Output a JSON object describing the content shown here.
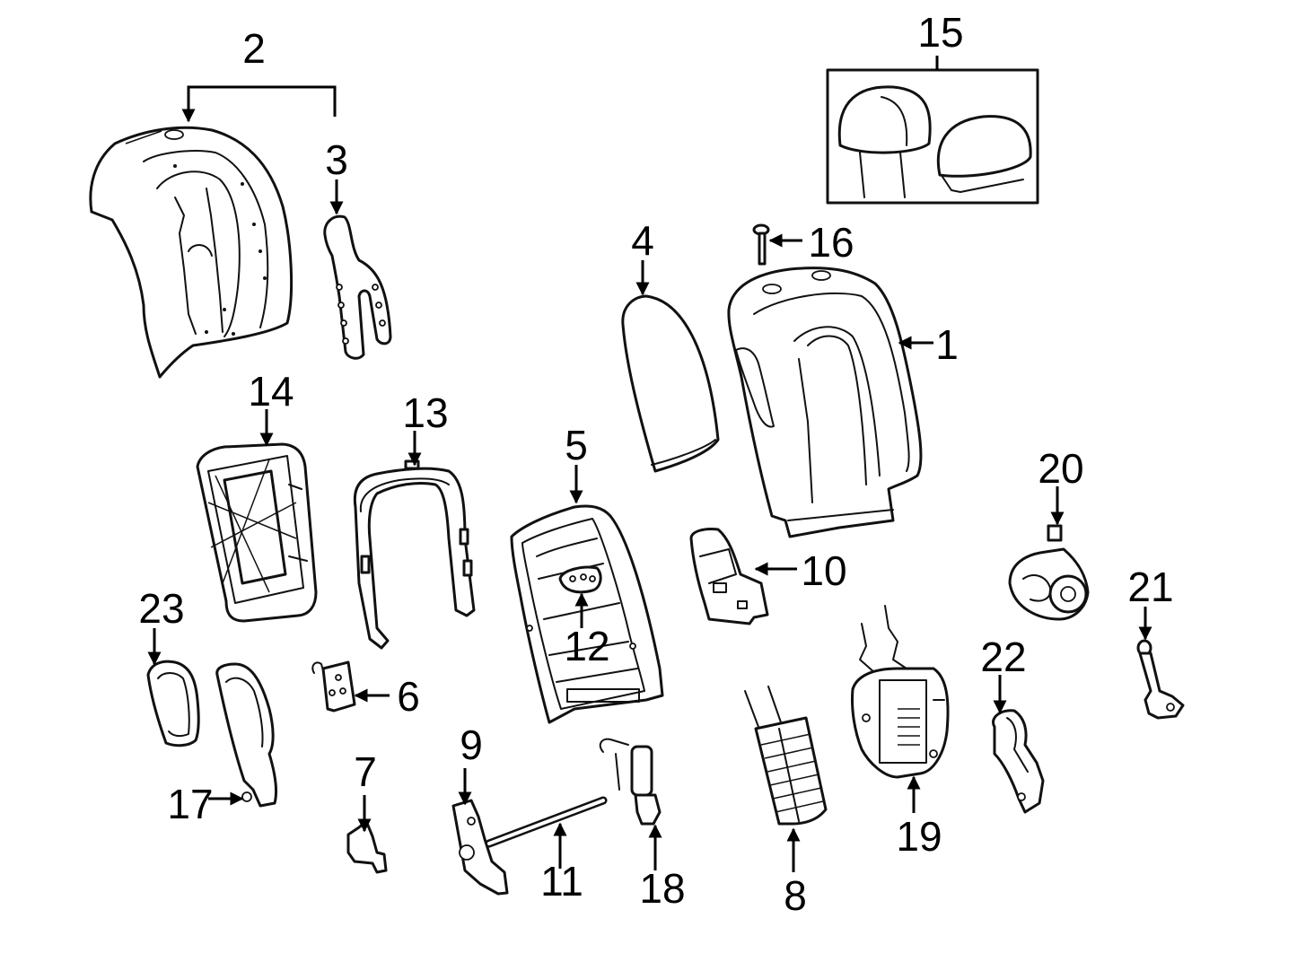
{
  "callouts": [
    {
      "id": "1",
      "label": "1"
    },
    {
      "id": "2",
      "label": "2"
    },
    {
      "id": "3",
      "label": "3"
    },
    {
      "id": "4",
      "label": "4"
    },
    {
      "id": "5",
      "label": "5"
    },
    {
      "id": "6",
      "label": "6"
    },
    {
      "id": "7",
      "label": "7"
    },
    {
      "id": "8",
      "label": "8"
    },
    {
      "id": "9",
      "label": "9"
    },
    {
      "id": "10",
      "label": "10"
    },
    {
      "id": "11",
      "label": "11"
    },
    {
      "id": "12",
      "label": "12"
    },
    {
      "id": "13",
      "label": "13"
    },
    {
      "id": "14",
      "label": "14"
    },
    {
      "id": "15",
      "label": "15"
    },
    {
      "id": "16",
      "label": "16"
    },
    {
      "id": "17",
      "label": "17"
    },
    {
      "id": "18",
      "label": "18"
    },
    {
      "id": "19",
      "label": "19"
    },
    {
      "id": "20",
      "label": "20"
    },
    {
      "id": "21",
      "label": "21"
    },
    {
      "id": "22",
      "label": "22"
    },
    {
      "id": "23",
      "label": "23"
    }
  ],
  "colors": {
    "line": "#111111",
    "background": "#ffffff"
  }
}
